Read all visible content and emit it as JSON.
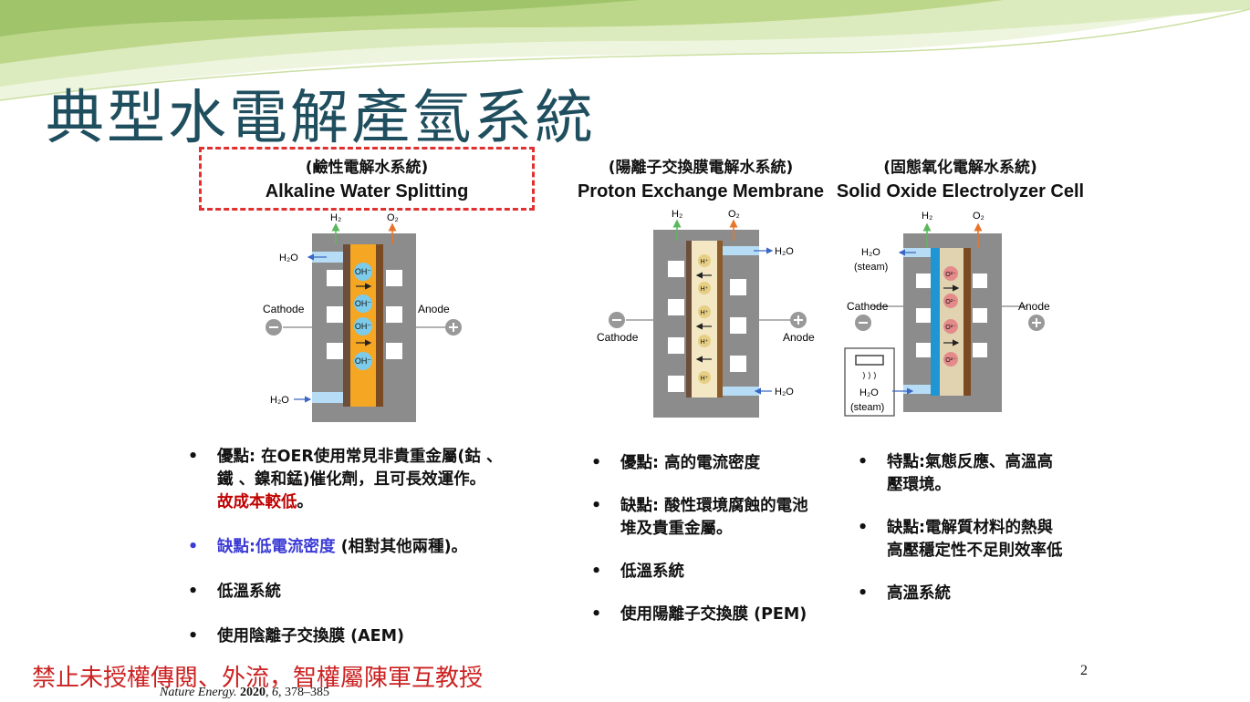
{
  "title": "典型水電解產氫系統",
  "systems": [
    {
      "zh": "(鹼性電解水系統)",
      "en": "Alkaline Water Splitting"
    },
    {
      "zh": "(陽離子交換膜電解水系統)",
      "en": "Proton Exchange Membrane"
    },
    {
      "zh": "(固態氧化電解水系統)",
      "en": "Solid Oxide Electrolyzer Cell"
    }
  ],
  "diagrams": {
    "h2": "H₂",
    "o2": "O₂",
    "h2o": "H₂O",
    "steam": "(steam)",
    "cathode": "Cathode",
    "anode": "Anode",
    "oh": "OH⁻",
    "h": "H⁺",
    "o": "O²⁻"
  },
  "bullet": "•",
  "alkaline_points": {
    "p1_a": "優點: 在OER使用常見非貴重金屬(鈷 、",
    "p1_b": "鐵 、鎳和錳)催化劑，且可長效運作。",
    "p1_c": "故成本較低",
    "p1_d": "。",
    "p2_a": "缺點:低電流密度",
    "p2_b": " (相對其他兩種)。",
    "p3": "低溫系統",
    "p4": "使用陰離子交換膜 (AEM)"
  },
  "pem_points": {
    "p1": "優點: 高的電流密度",
    "p2_a": "缺點: 酸性環境腐蝕的電池",
    "p2_b": "堆及貴重金屬。",
    "p3": "低溫系統",
    "p4": "使用陽離子交換膜 (PEM)"
  },
  "soec_points": {
    "p1_a": "特點:氣態反應、高溫高",
    "p1_b": "壓環境。",
    "p2_a": "缺點:電解質材料的熱與",
    "p2_b": "高壓穩定性不足則效率低",
    "p3": "高溫系統"
  },
  "watermark": "禁止未授權傳閱、外流，智權屬陳軍互教授",
  "citation": {
    "journal": "Nature Energy.",
    "year": "2020",
    "volume": "6",
    "pages": "378–385"
  },
  "page_number": "2",
  "colors": {
    "title": "#1f4e5e",
    "highlight_red": "#c00000",
    "highlight_blue": "#3b3bd6",
    "watermark": "#cc2222",
    "wave_green": "#bcd68a"
  }
}
